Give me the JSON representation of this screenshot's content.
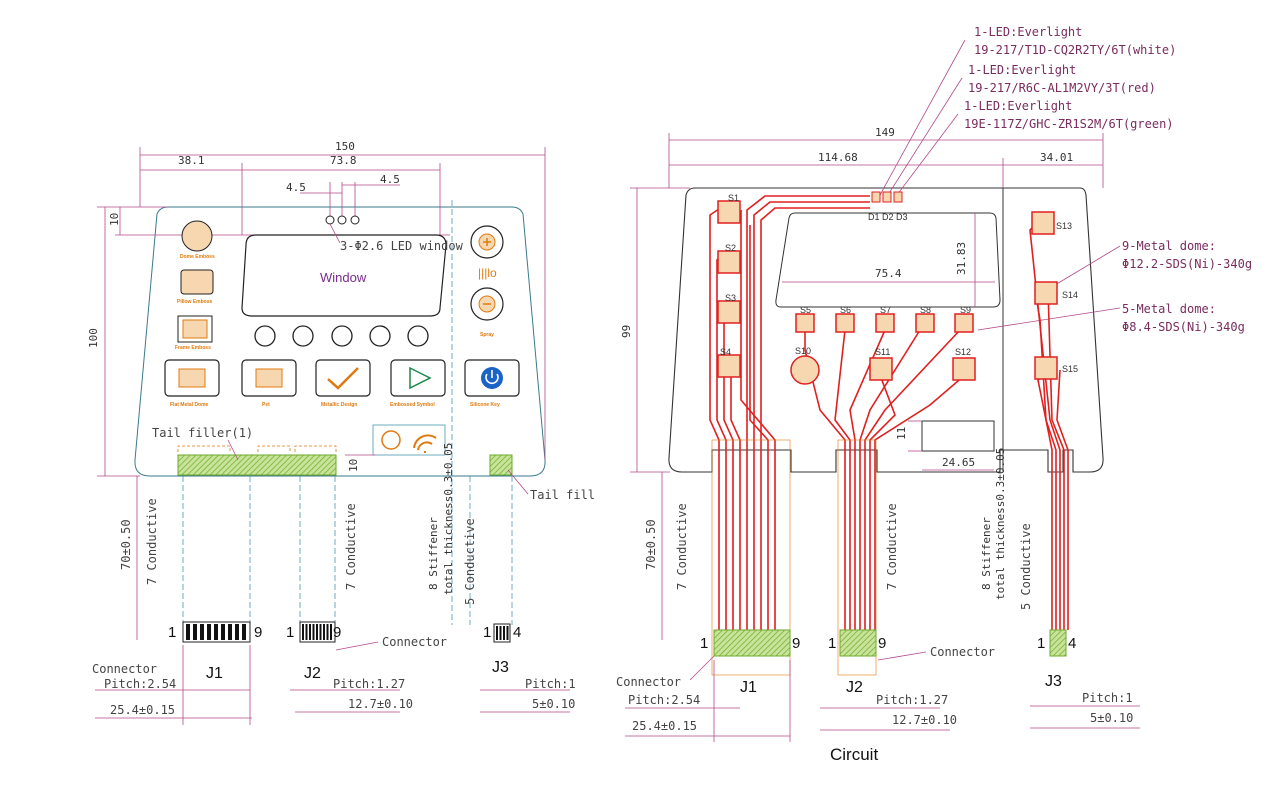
{
  "left_panel": {
    "overall_width": "150",
    "dim_38": "38.1",
    "dim_73": "73.8",
    "dim_45a": "4.5",
    "dim_45b": "4.5",
    "dim_10_top": "10",
    "height_100": "100",
    "led_window_note": "3-Φ2.6 LED window",
    "window_label": "Window",
    "tail_filler": "Tail filler(1)",
    "tail_fill": "Tail fill",
    "dim_10_bottom": "10",
    "stiffener_line1": "8 Stiffener",
    "stiffener_line2": "total thickness0.3±0.05",
    "tail_length": "70±0.50",
    "j1_conductive": "7 Conductive",
    "j2_conductive": "7 Conductive",
    "j3_conductive": "5 Conductive",
    "button_labels": [
      "Dome Emboss",
      "Pillow Emboss",
      "Frame Emboss",
      "Flat Metal Dome",
      "Pet",
      "Metallic Design",
      "Embossed Symbol",
      "Silicone Key",
      "Spray"
    ],
    "j1": {
      "name": "J1",
      "pin_start": "1",
      "pin_end": "9",
      "pitch": "Pitch:2.54",
      "width": "25.4±0.15"
    },
    "j2": {
      "name": "J2",
      "pin_start": "1",
      "pin_end": "9",
      "pitch": "Pitch:1.27",
      "width": "12.7±0.10"
    },
    "j3": {
      "name": "J3",
      "pin_start": "1",
      "pin_end": "4",
      "pitch": "Pitch:1",
      "width": "5±0.10"
    },
    "connector_label": "Connector",
    "connector_label_2": "Connector"
  },
  "right_panel": {
    "overall_width": "149",
    "dim_114": "114.68",
    "dim_34": "34.01",
    "height_99": "99",
    "window_width": "75.4",
    "window_height": "31.83",
    "dim_11": "11",
    "dim_24": "24.65",
    "led_notes": [
      "1-LED:Everlight",
      "19-217/T1D-CQ2R2TY/6T(white)",
      "1-LED:Everlight",
      "19-217/R6C-AL1M2VY/3T(red)",
      "1-LED:Everlight",
      "19E-117Z/GHC-ZR1S2M/6T(green)"
    ],
    "dome9_line1": "9-Metal dome:",
    "dome9_line2": "Φ12.2-SDS(Ni)-340g",
    "dome5_line1": "5-Metal dome:",
    "dome5_line2": "Φ8.4-SDS(Ni)-340g",
    "led_ids": "D1 D2 D3",
    "switches": [
      "S1",
      "S2",
      "S3",
      "S4",
      "S5",
      "S6",
      "S7",
      "S8",
      "S9",
      "S10",
      "S11",
      "S12",
      "S13",
      "S14",
      "S15"
    ],
    "stiffener_line1": "8 Stiffener",
    "stiffener_line2": "total thickness0.3±0.05",
    "tail_length": "70±0.50",
    "j1_conductive": "7 Conductive",
    "j2_conductive": "7 Conductive",
    "j3_conductive": "5 Conductive",
    "j1": {
      "name": "J1",
      "pin_start": "1",
      "pin_end": "9",
      "pitch": "Pitch:2.54",
      "width": "25.4±0.15"
    },
    "j2": {
      "name": "J2",
      "pin_start": "1",
      "pin_end": "9",
      "pitch": "Pitch:1.27",
      "width": "12.7±0.10"
    },
    "j3": {
      "name": "J3",
      "pin_start": "1",
      "pin_end": "4",
      "pitch": "Pitch:1",
      "width": "5±0.10"
    },
    "connector_label_left": "Connector",
    "connector_label_mid": "Connector",
    "caption": "Circuit"
  }
}
